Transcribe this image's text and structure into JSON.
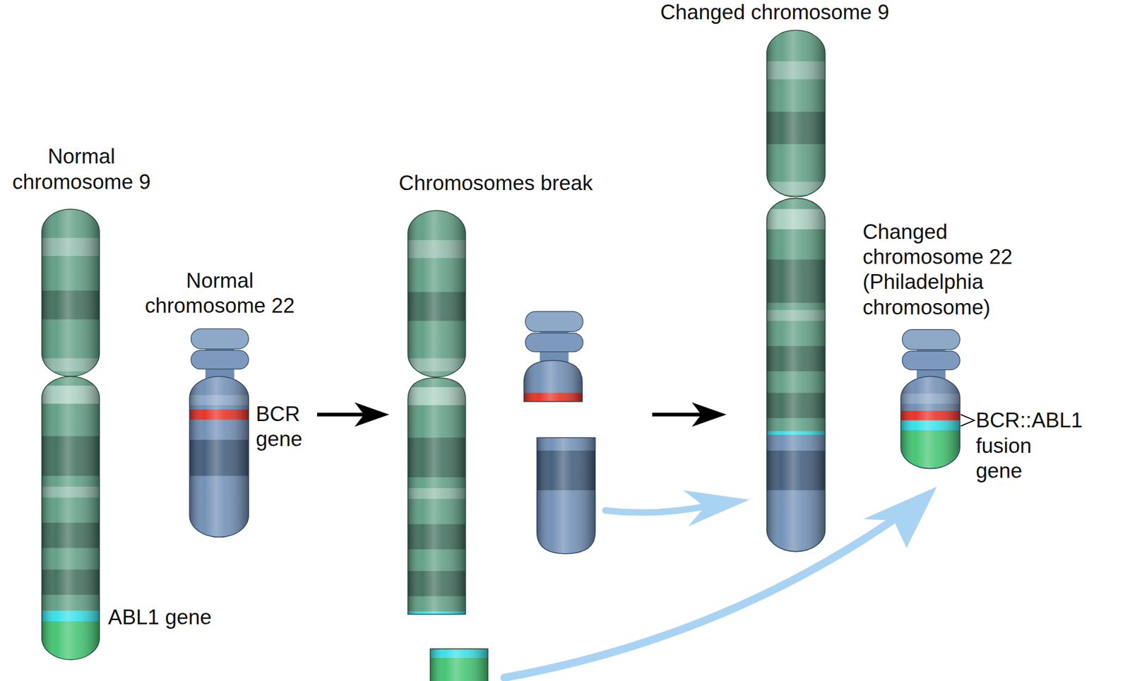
{
  "diagram": {
    "labels": [
      "Changed chromosome 9",
      "Normal chromosome 9",
      "Chromosomes break",
      "Changed chromosome 22 (Philadelphia chromosome)",
      "Normal chromosome 22",
      "BCR gene",
      "BCR::ABL1 fusion gene",
      "ABL1 gene"
    ]
  }
}
